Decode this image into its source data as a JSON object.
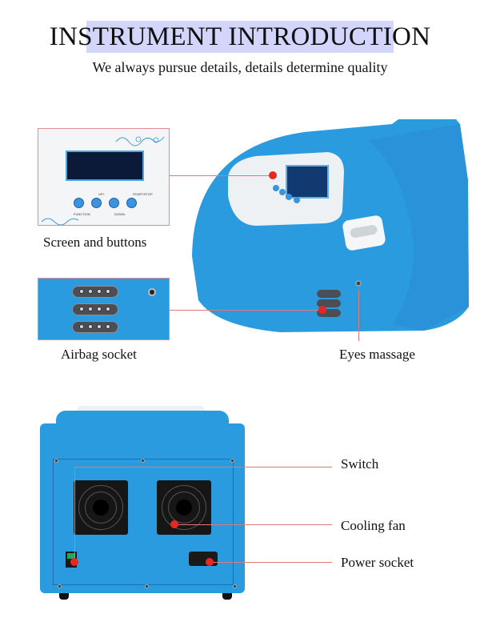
{
  "header": {
    "title": "INSTRUMENT INTRODUCTION",
    "subtitle": "We always pursue details, details determine quality"
  },
  "callouts": {
    "screen_buttons": "Screen and buttons",
    "airbag_socket": "Airbag socket",
    "eyes_massage": "Eyes massage",
    "switch": "Switch",
    "cooling_fan": "Cooling fan",
    "power_socket": "Power socket"
  },
  "panel_buttons": {
    "function": "FUNCTION",
    "up": "UP+",
    "down": "DOWN-",
    "start_stop": "START/STOP"
  },
  "colors": {
    "device_blue": "#2b9be0",
    "callout_line": "#e07a7a",
    "callout_dot": "#e8281f",
    "title_highlight": "#d3d5fb"
  }
}
